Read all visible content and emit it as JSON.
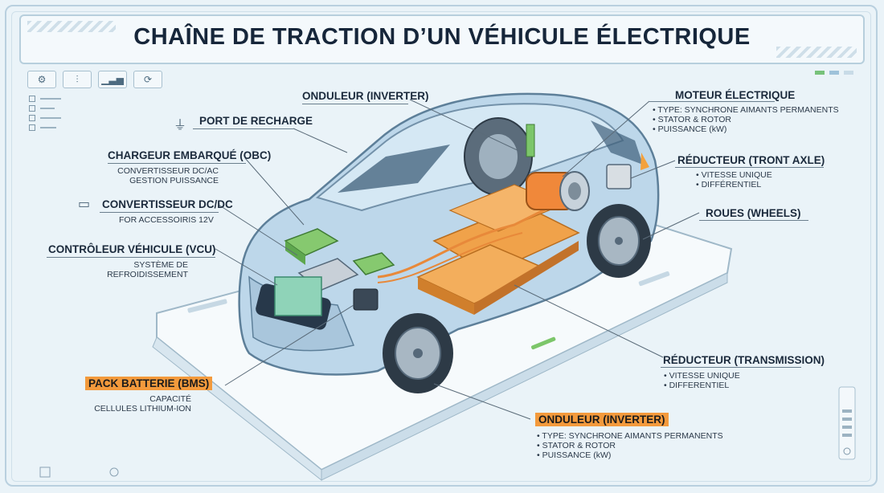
{
  "title": "CHAÎNE DE TRACTION D’UN VÉHICULE ÉLECTRIQUE",
  "colors": {
    "accent_orange": "#f39a3c",
    "frame": "#b7cfdd",
    "background": "#eaf3f8",
    "battery": "#f0a24a",
    "module_green": "#7cc66a",
    "body_blue": "#b7d3e8"
  },
  "toolbar": [
    "gear-icon",
    "sliders-icon",
    "bar-chart-icon",
    "refresh-icon"
  ],
  "labels": {
    "inverter_top": {
      "title": "ONDULEUR (INVERTER)"
    },
    "motor": {
      "title": "MOTEUR ÉLECTRIQUE",
      "lines": [
        "• TYPE: SYNCHRONE AIMANTS PERMANENTS",
        "• STATOR & ROTOR",
        "• PUISSANCE (kW)"
      ]
    },
    "charging_port": {
      "title": "PORT DE RECHARGE"
    },
    "charger": {
      "title": "CHARGEUR EMBARQUÉ (OBC)",
      "lines": [
        "CONVERTISSEUR DC/AC",
        "GESTION PUISSANCE"
      ]
    },
    "reducer_front": {
      "title": "RÉDUCTEUR (TRONT AXLE)",
      "lines": [
        "• VITESSE UNIQUE",
        "• DIFFÉRENTIEL"
      ]
    },
    "dcdc": {
      "title": "CONVERTISSEUR DC/DC",
      "lines": [
        "FOR ACCESSOIRIS 12V"
      ]
    },
    "wheels": {
      "title": "ROUES (WHEELS)"
    },
    "vcu": {
      "title": "CONTRÔLEUR VÉHICULE (VCU)",
      "lines": [
        "SYSTÈME DE",
        "REFROIDISSEMENT"
      ]
    },
    "reducer_trans": {
      "title": "RÉDUCTEUR (TRANSMISSION)",
      "lines": [
        "• VITESSE UNIQUE",
        "• DIFFERENTIEL"
      ]
    },
    "battery": {
      "title": "PACK BATTERIE (BMS)",
      "lines": [
        "CAPACITÉ",
        "CELLULES LITHIUM-ION"
      ]
    },
    "inverter_bottom": {
      "title": "ONDULEUR (INVERTER)",
      "lines": [
        "• TYPE: SYNCHRONE AIMANTS PERMANENTS",
        "• STATOR & ROTOR",
        "• PUISSANCE (kW)"
      ]
    }
  }
}
